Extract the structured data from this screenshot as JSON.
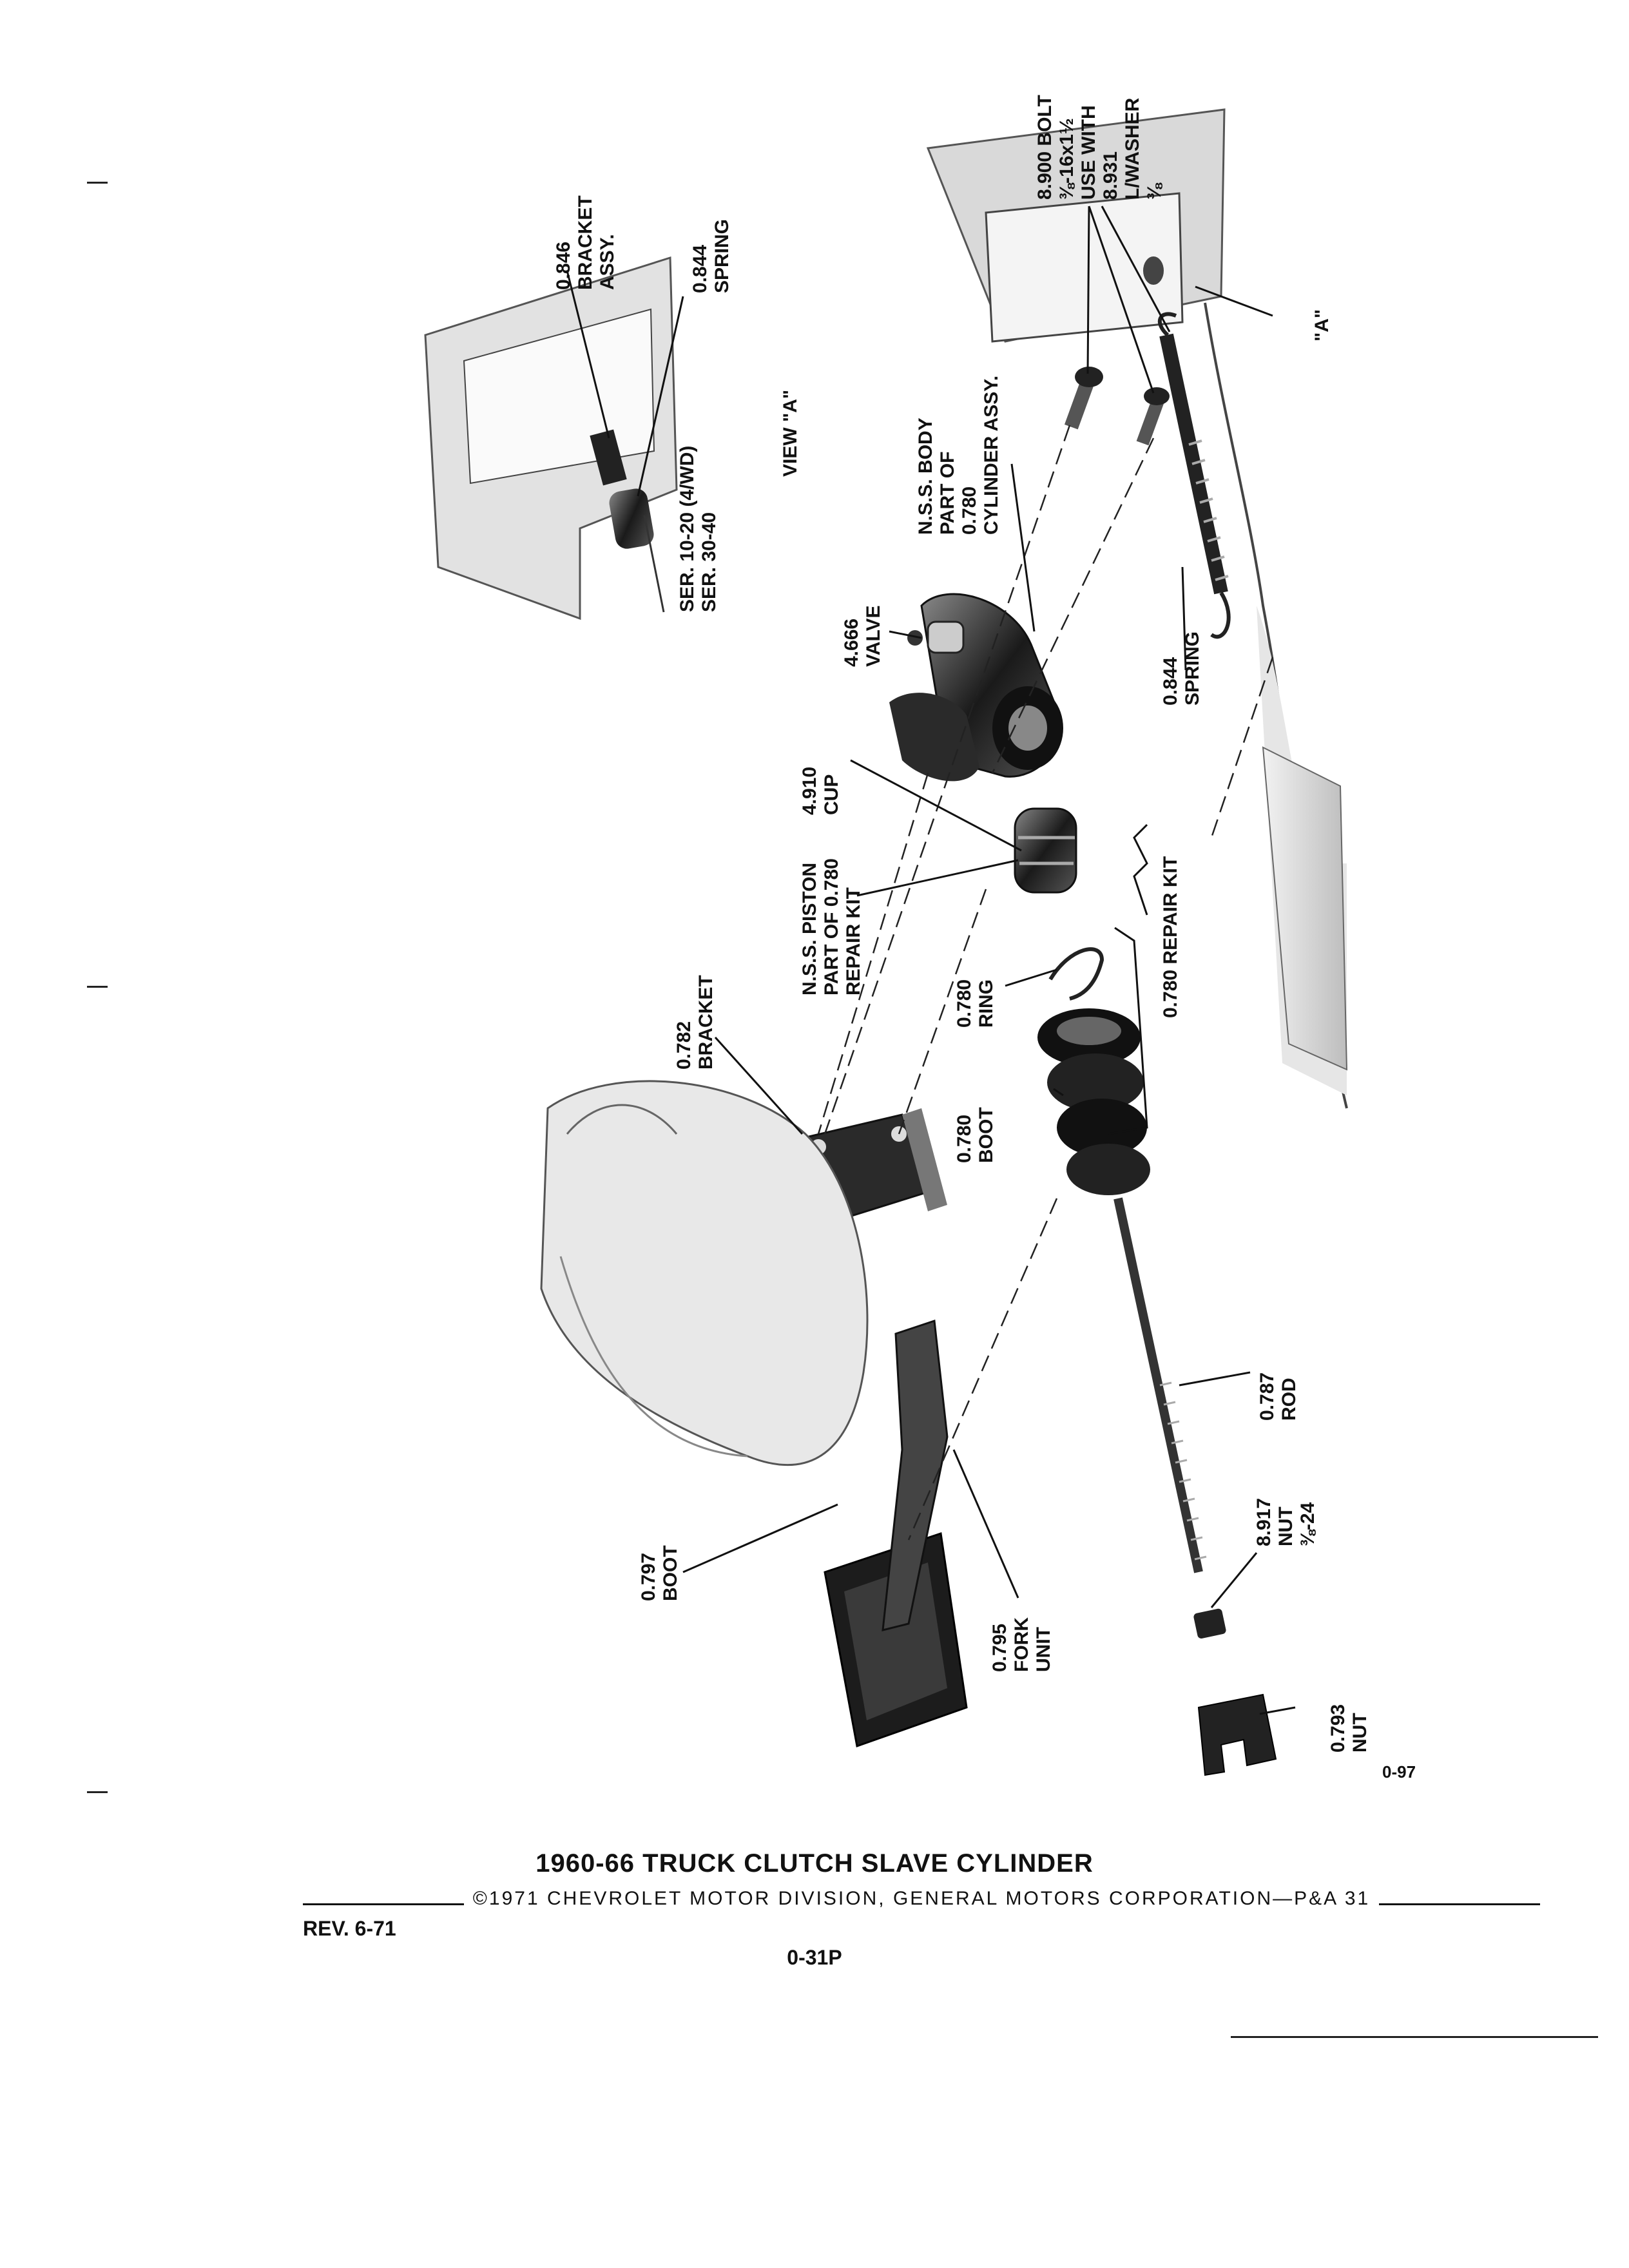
{
  "document": {
    "title": "1960-66 TRUCK CLUTCH SLAVE CYLINDER",
    "copyright": "©1971 CHEVROLET MOTOR DIVISION, GENERAL MOTORS CORPORATION—P&A 31",
    "revision": "REV. 6-71",
    "page_number": "0-31P",
    "figure_number": "0-97"
  },
  "diagram": {
    "view_title": "VIEW \"A\"",
    "callouts": {
      "bracket_assy": [
        "0.846",
        "BRACKET",
        "ASSY."
      ],
      "spring_view_a": [
        "0.844",
        "SPRING"
      ],
      "series_note": [
        "SER. 10-20 (4/WD)",
        "SER. 30-40"
      ],
      "bolt": [
        "8.900 BOLT",
        "⅜-16x1½",
        "USE WITH",
        "8.931",
        "L/WASHER",
        "⅜"
      ],
      "view_a_pointer": [
        "\"A\""
      ],
      "body": [
        "N.S.S. BODY",
        "PART OF",
        "0.780",
        "CYLINDER ASSY."
      ],
      "valve": [
        "4.666",
        "VALVE"
      ],
      "cup": [
        "4.910",
        "CUP"
      ],
      "piston": [
        "N.S.S. PISTON",
        "PART OF 0.780",
        "REPAIR KIT"
      ],
      "spring_main": [
        "0.844",
        "SPRING"
      ],
      "repair_kit": [
        "0.780 REPAIR KIT"
      ],
      "ring": [
        "0.780",
        "RING"
      ],
      "boot_cylinder": [
        "0.780",
        "BOOT"
      ],
      "bracket": [
        "0.782",
        "BRACKET"
      ],
      "rod": [
        "0.787",
        "ROD"
      ],
      "nut_rod": [
        "8.917",
        "NUT",
        "⅜-24"
      ],
      "nut_end": [
        "0.793",
        "NUT"
      ],
      "boot_fork": [
        "0.797",
        "BOOT"
      ],
      "fork_unit": [
        "0.795",
        "FORK",
        "UNIT"
      ]
    }
  }
}
